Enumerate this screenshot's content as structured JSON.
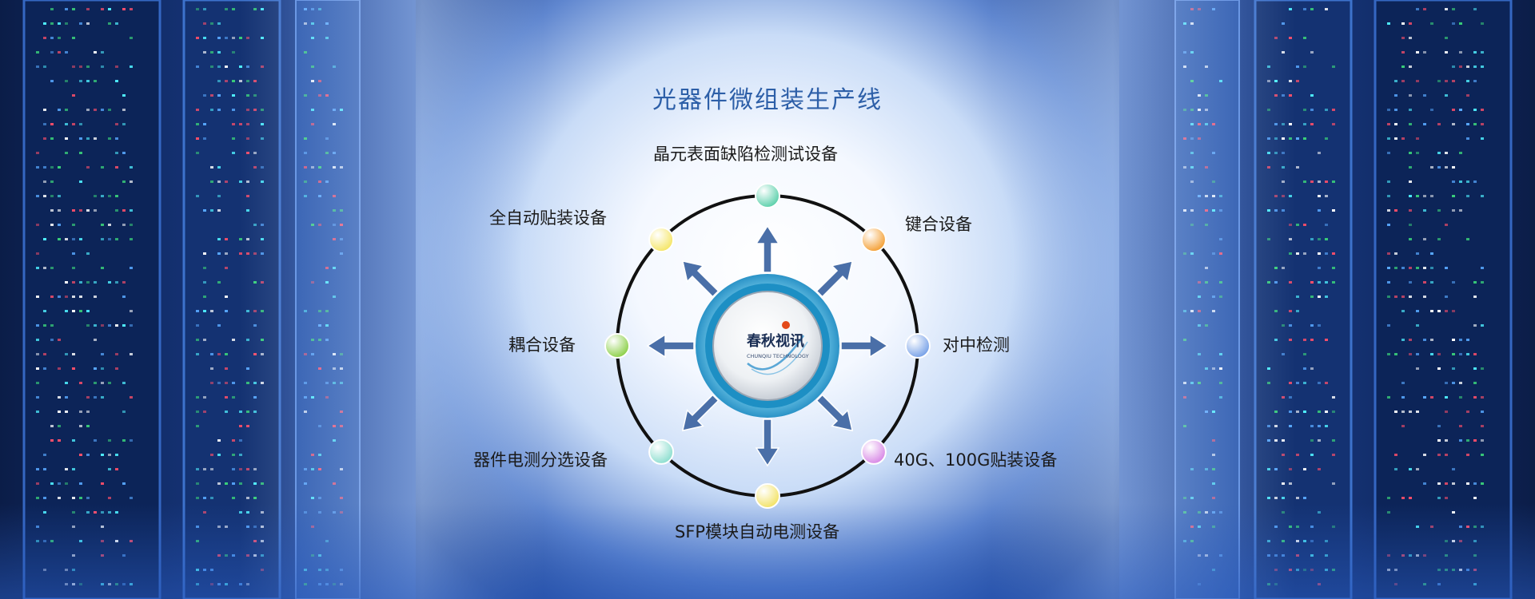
{
  "title": "光器件微组装生产线",
  "logo": {
    "name_cn": "春秋视讯",
    "name_en": "CHUNQIU TECHNOLOGY"
  },
  "nodes": [
    {
      "id": "wafer",
      "label": "晶元表面缺陷检测试设备",
      "color": "#5fd1ad"
    },
    {
      "id": "bonding",
      "label": "键合设备",
      "color": "#f4a23a"
    },
    {
      "id": "align",
      "label": "对中检测",
      "color": "#7aa3e8"
    },
    {
      "id": "mount40g",
      "label": "40G、100G贴装设备",
      "color": "#d98be6"
    },
    {
      "id": "sfp",
      "label": "SFP模块自动电测设备",
      "color": "#f3e36a"
    },
    {
      "id": "sort",
      "label": "器件电测分选设备",
      "color": "#8fdfd0"
    },
    {
      "id": "coupling",
      "label": "耦合设备",
      "color": "#8fd14d"
    },
    {
      "id": "automount",
      "label": "全自动贴装设备",
      "color": "#f5e66a"
    }
  ],
  "colors": {
    "title": "#2d5fa8",
    "ring": "#111111",
    "arrow": "#4a6fa8",
    "hub_outer": "#2fa6cf"
  }
}
